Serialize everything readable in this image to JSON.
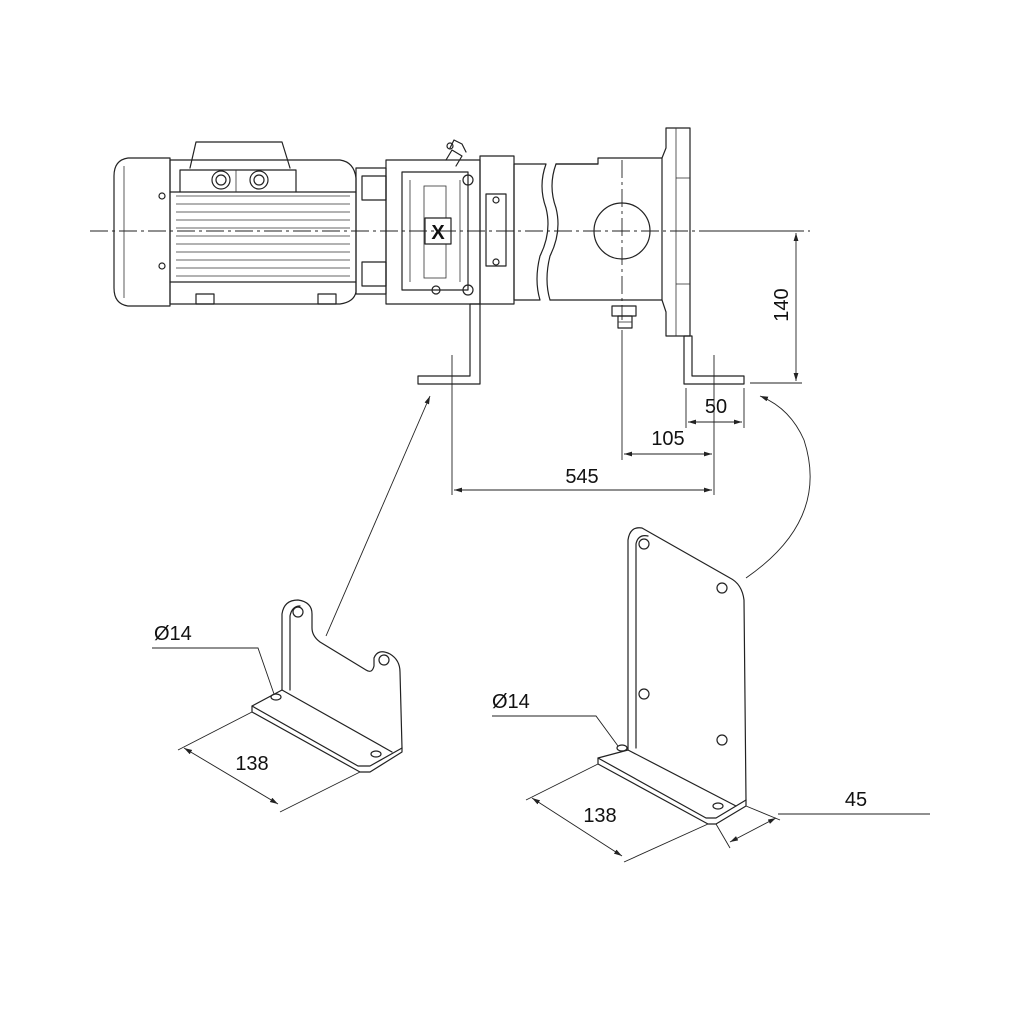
{
  "dimensions": {
    "height_140": "140",
    "offset_50": "50",
    "offset_105": "105",
    "length_545": "545",
    "small_bracket_hole": "Ø14",
    "small_bracket_width": "138",
    "large_bracket_hole": "Ø14",
    "large_bracket_width": "138",
    "large_bracket_depth": "45"
  },
  "logo": {
    "mark": "X"
  }
}
